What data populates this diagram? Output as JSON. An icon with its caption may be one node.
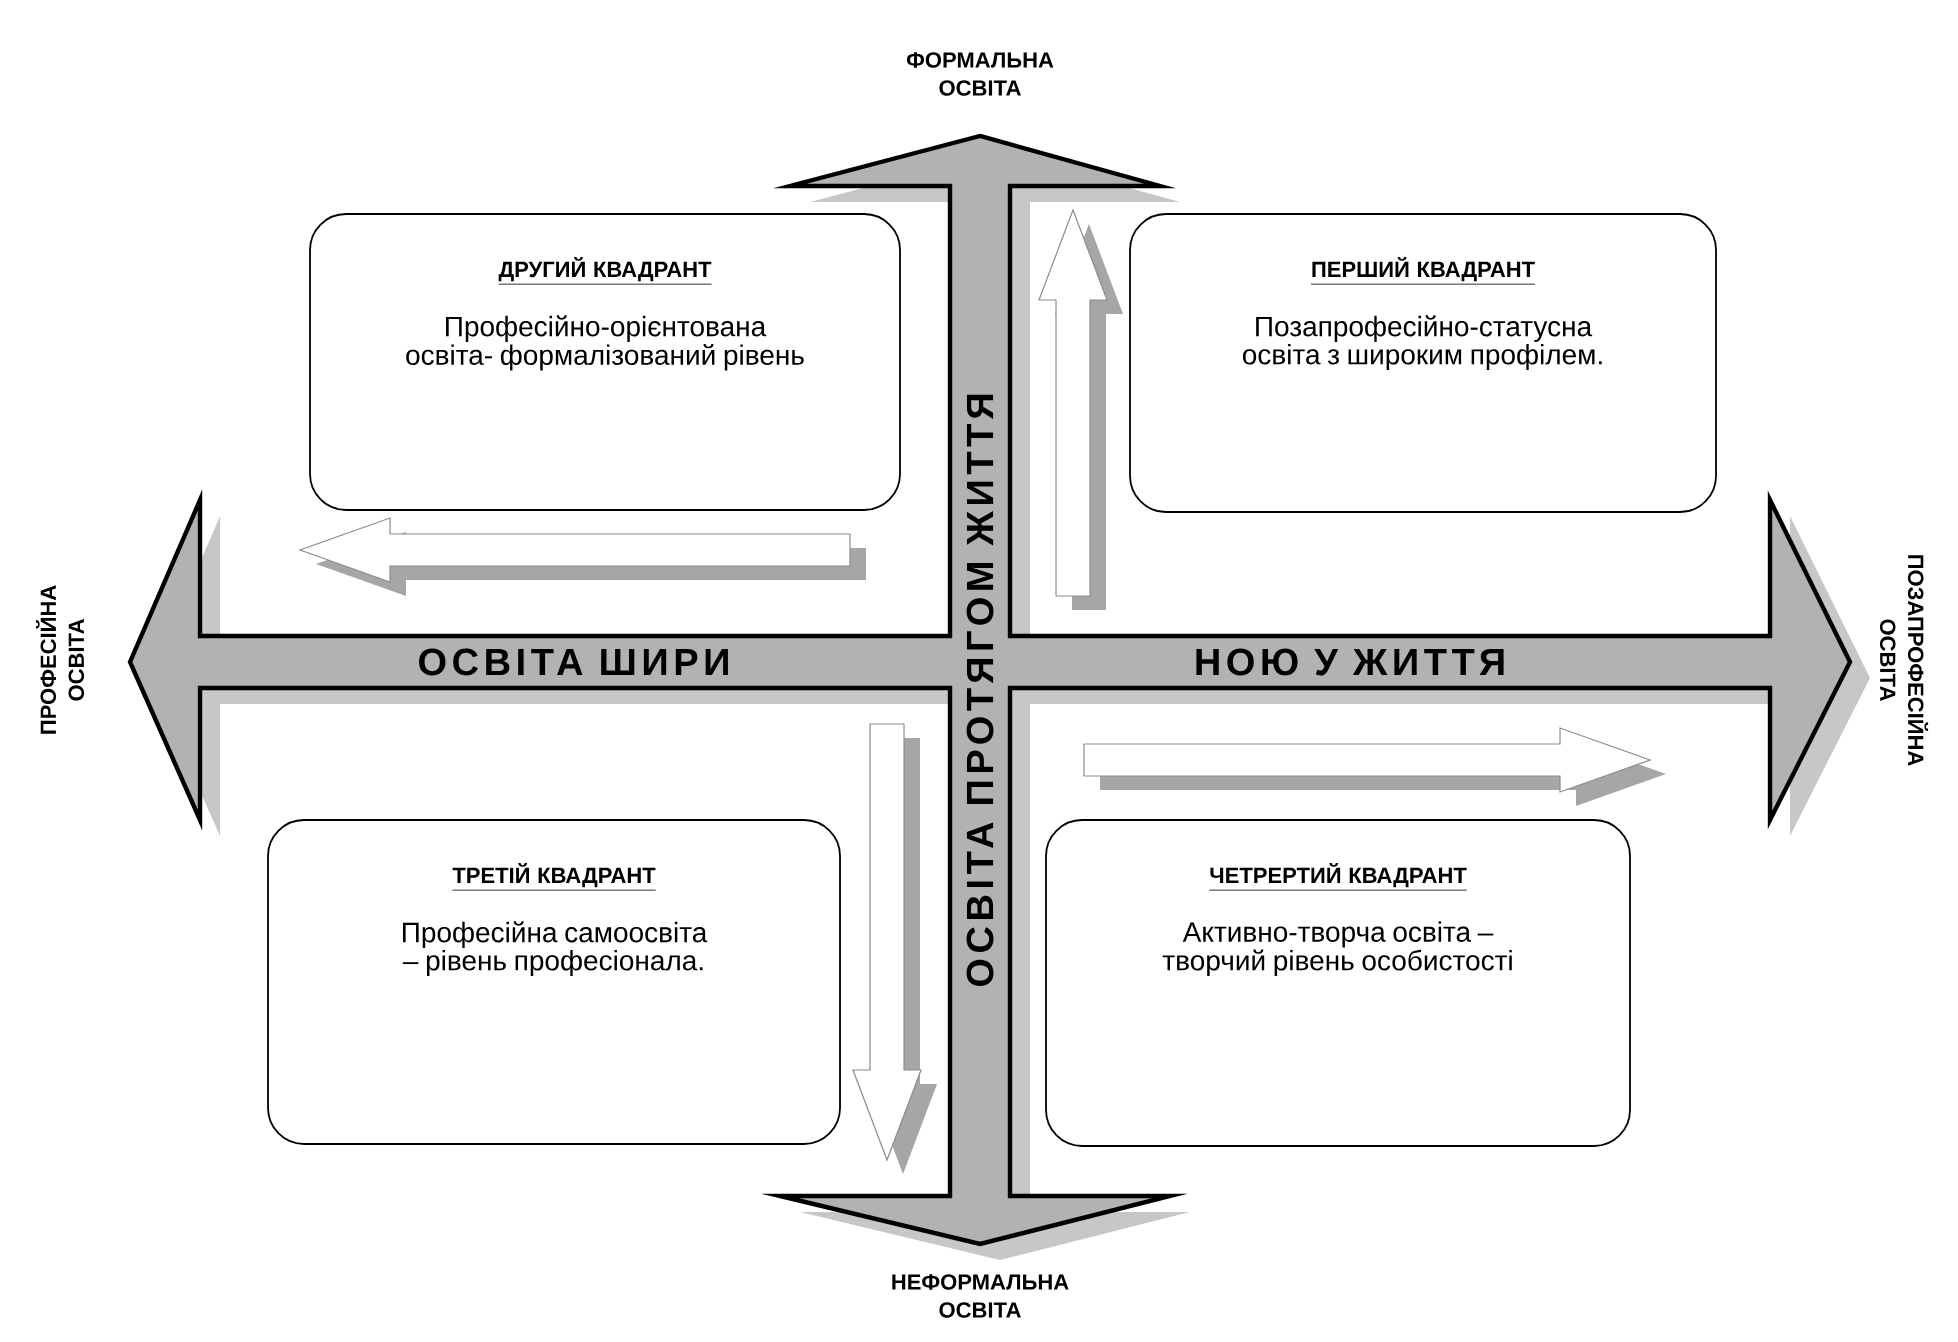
{
  "diagram": {
    "nodes": [
      {
        "text": [
          "ДРУГИЙ  КВАДРАНТ",
          "Професійно-орієнтована освіта- формалізований рівень"
        ]
      },
      {
        "text": [
          "ПЕРШИЙ КВАДРАНТ",
          "Позапрофесійно-статусна освіта з широким профілем."
        ]
      },
      {
        "text": [
          "ТРЕТІЙ КВАДРАНТ",
          "Професійна самоосвіта – рівень професіонала."
        ]
      },
      {
        "text": [
          "ЧЕТРЕРТИЙ КВАДРАНТ",
          "Активно-творча освіта – творчий рівень особистості"
        ]
      }
    ],
    "labels": [
      "ФОРМАЛЬНА ОСВІТА",
      "ОСВІТА ПРОТЯГОМ ЖИТТЯ",
      "ПРОФЕСІЙНА ОСВІТА",
      "ОСВІТА ШИРИ",
      "НОЮ У ЖИТТЯ",
      "ПОЗАПРОФЕСІЙНА ОСВІТА",
      "НЕФОРМАЛЬНА ОСВІТА"
    ]
  }
}
